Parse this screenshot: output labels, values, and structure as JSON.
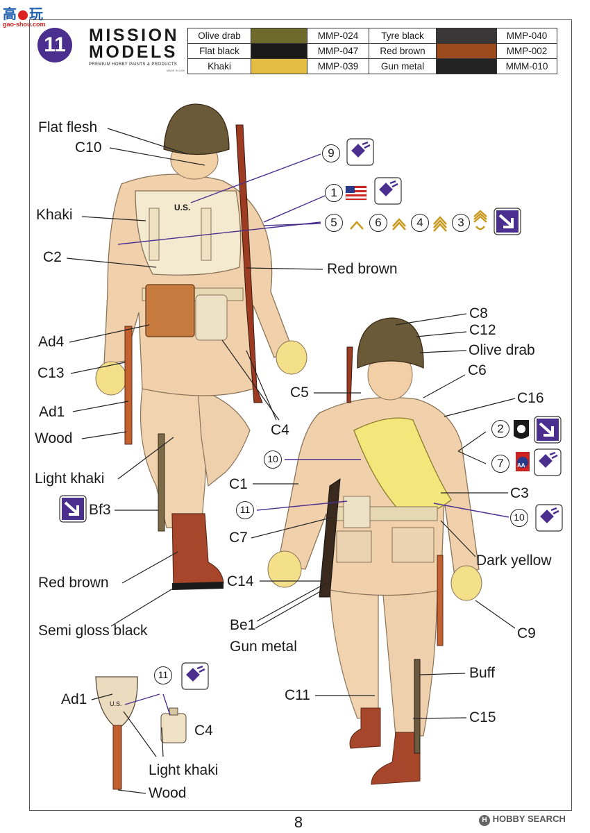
{
  "site_watermark": {
    "glyph": "高",
    "glyph2": "玩",
    "url": "gao-shou.com"
  },
  "brand": {
    "step": "11",
    "line1": "MISSION",
    "line2": "MODELS",
    "tagline": "PREMIUM HOBBY PAINTS & PRODUCTS",
    "made": "MADE IN USA"
  },
  "paints": [
    {
      "name": "Olive drab",
      "code": "MMP-024",
      "color": "#6e6a2c",
      "name2": "Tyre black",
      "code2": "MMP-040",
      "color2": "#3a3738"
    },
    {
      "name": "Flat black",
      "code": "MMP-047",
      "color": "#1a1a1a",
      "name2": "Red brown",
      "code2": "MMP-002",
      "color2": "#9c4b1e"
    },
    {
      "name": "Khaki",
      "code": "MMP-039",
      "color": "#e3bd44",
      "name2": "Gun metal",
      "code2": "MMM-010",
      "color2": "#232323"
    }
  ],
  "labels": {
    "flat_flesh": "Flat flesh",
    "c10": "C10",
    "khaki": "Khaki",
    "c2": "C2",
    "red_brown_top": "Red brown",
    "ad4": "Ad4",
    "c13": "C13",
    "ad1": "Ad1",
    "wood": "Wood",
    "light_khaki": "Light khaki",
    "bf3": "Bf3",
    "red_brown": "Red brown",
    "semi_gloss_black": "Semi gloss black",
    "c4_back": "C4",
    "c8": "C8",
    "c12": "C12",
    "olive_drab": "Olive drab",
    "c6": "C6",
    "c5": "C5",
    "c16": "C16",
    "c1": "C1",
    "c3": "C3",
    "c7": "C7",
    "c14": "C14",
    "dark_yellow": "Dark yellow",
    "be1": "Be1",
    "gun_metal": "Gun metal",
    "c9": "C9",
    "buff": "Buff",
    "c11": "C11",
    "c15": "C15",
    "ad1_bottom": "Ad1",
    "c4_bottom": "C4",
    "light_khaki_bottom": "Light khaki",
    "wood_bottom": "Wood",
    "us_pack": "U.S.",
    "us_shovel": "U.S."
  },
  "decals": {
    "d9": "9",
    "d1": "1",
    "d5": "5",
    "d6": "6",
    "d4": "4",
    "d3": "3",
    "d2": "2",
    "d7": "7",
    "d10a": "10",
    "d10b": "10",
    "d11a": "11",
    "d11b": "11",
    "patch_82": "AA"
  },
  "page_number": "8",
  "footer": {
    "brand": "HOBBY SEARCH",
    "mark": "H"
  }
}
